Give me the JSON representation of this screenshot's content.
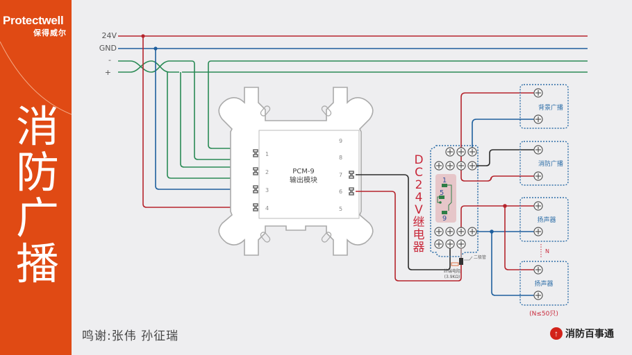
{
  "brand": {
    "name_en": "Protectwell",
    "name_cn": "保得威尔",
    "accent_color": "#e04a14"
  },
  "sidebar": {
    "title_chars": [
      "消",
      "防",
      "广",
      "播"
    ]
  },
  "bus": {
    "lines": [
      {
        "label": "24V",
        "color": "#b5242c"
      },
      {
        "label": "GND",
        "color": "#1e5f9e"
      },
      {
        "label": "-",
        "color": "#2a8a55"
      },
      {
        "label": "+",
        "color": "#2a8a55"
      }
    ]
  },
  "module": {
    "model": "PCM-9",
    "name": "输出模块",
    "left_terminals": [
      "1",
      "2",
      "3",
      "4"
    ],
    "right_terminals": [
      "9",
      "8",
      "7",
      "6",
      "5"
    ]
  },
  "relay": {
    "vertical_label_chars": [
      "D",
      "C",
      "2",
      "4",
      "V",
      "继",
      "电",
      "器"
    ],
    "pins": [
      "1",
      "5",
      "9"
    ],
    "diode_label": "二极管",
    "resistor_label": "终端电阻",
    "resistor_value": "(3.9KΩ)"
  },
  "outputs": [
    {
      "label": "背景广播"
    },
    {
      "label": "消防广播"
    },
    {
      "label": "扬声器"
    },
    {
      "label": "扬声器"
    }
  ],
  "speaker_count_label": "N",
  "speaker_limit_label": "(N≤50只)",
  "colors": {
    "red_wire": "#b5242c",
    "blue_wire": "#1e5f9e",
    "green_wire": "#2a8a55",
    "black_wire": "#2b2b2b",
    "dashed_box": "#2f6fa8",
    "relay_label": "#c8283a"
  },
  "footer": {
    "credit": "鸣谢:张伟   孙征瑞",
    "logo_text": "消防百事通"
  }
}
